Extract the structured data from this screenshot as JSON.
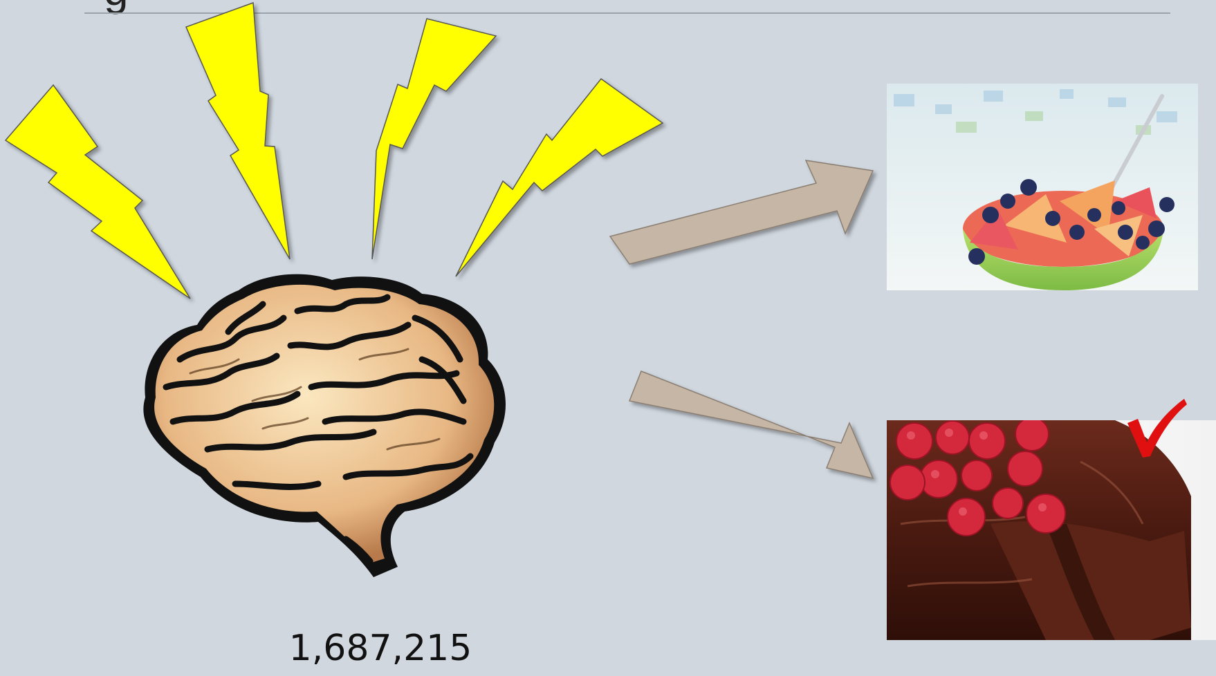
{
  "slide": {
    "title_fragment": "g",
    "counter_value": "1,687,215"
  },
  "colors": {
    "background": "#d0d7df",
    "bolt_fill": "#ffff00",
    "arrow_fill": "#c5b6a5",
    "check_mark": "#e01010"
  },
  "icons": {
    "bolts": [
      "lightning-bolt-icon",
      "lightning-bolt-icon",
      "lightning-bolt-icon",
      "lightning-bolt-icon"
    ],
    "brain": "brain-illustration",
    "arrows": [
      "arrow-right-up-icon",
      "arrow-right-down-icon"
    ],
    "check": "check-mark-icon"
  },
  "images": {
    "fruit": "fruit-bowl-photo",
    "cake": "chocolate-raspberry-cake-photo"
  }
}
